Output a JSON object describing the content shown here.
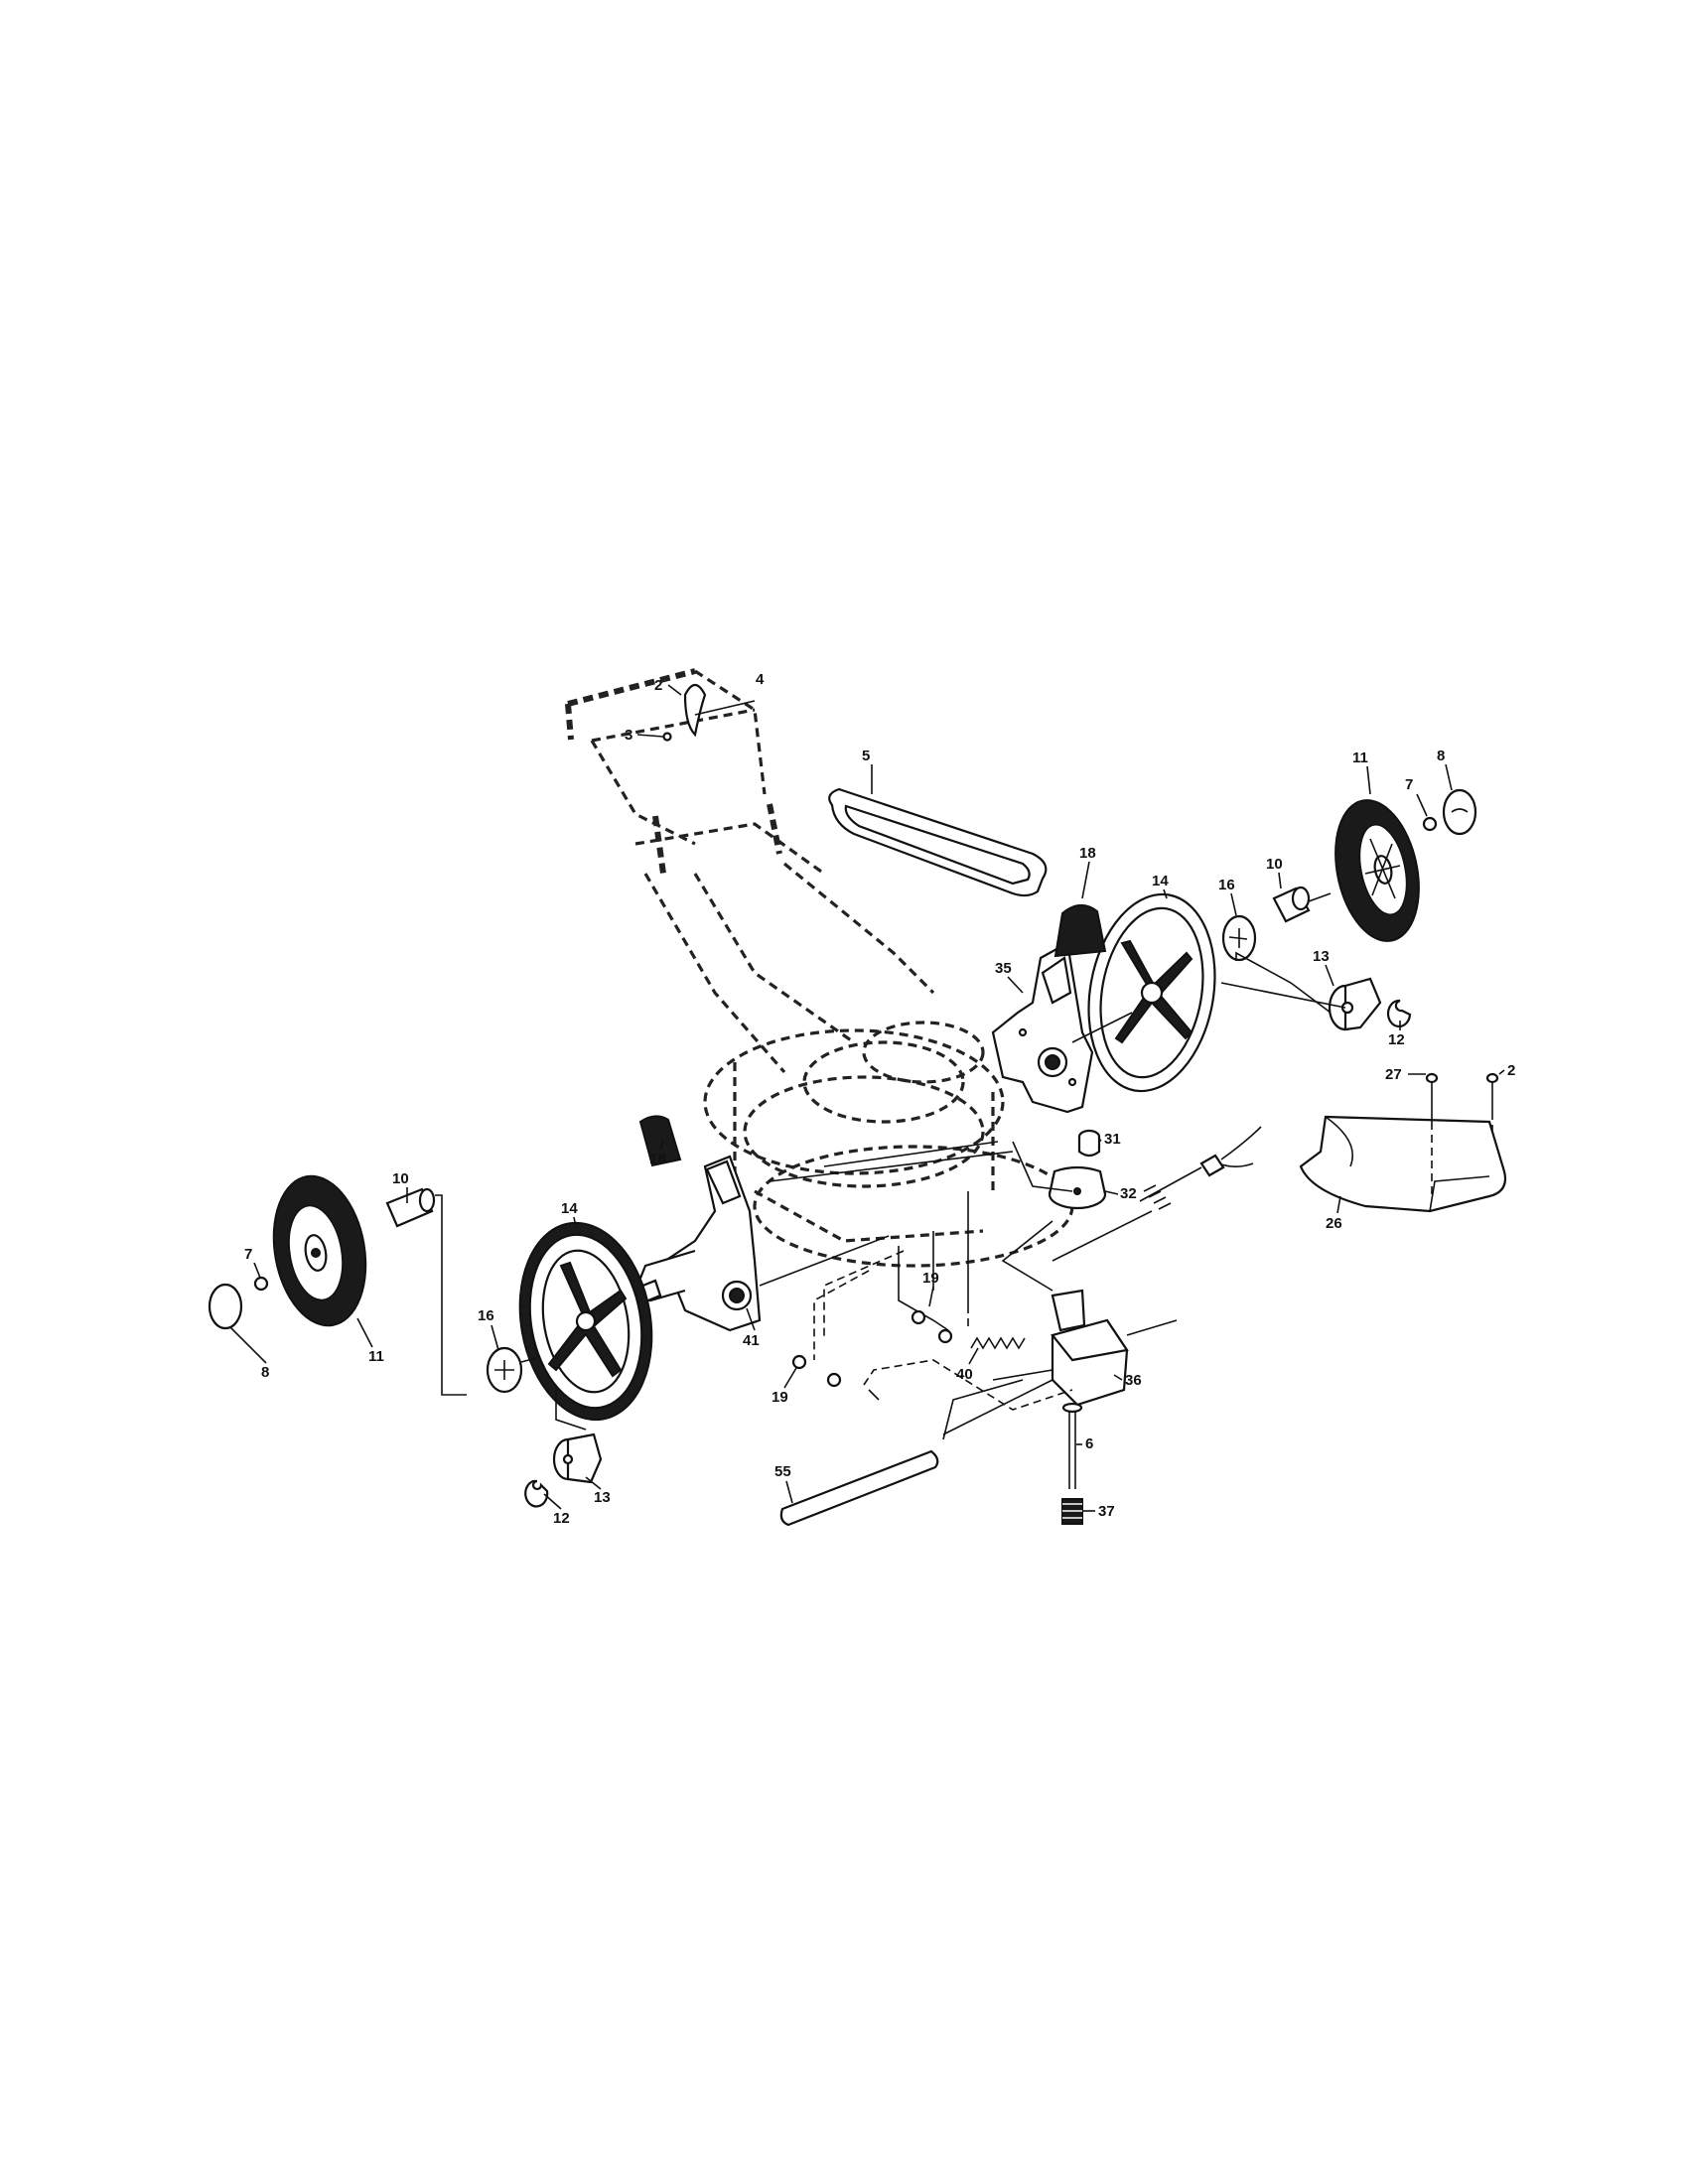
{
  "diagram": {
    "labels": [
      {
        "key": "lbl_2_top",
        "text": "2"
      },
      {
        "key": "lbl_4",
        "text": "4"
      },
      {
        "key": "lbl_3",
        "text": "3"
      },
      {
        "key": "lbl_5",
        "text": "5"
      },
      {
        "key": "lbl_11_right",
        "text": "11"
      },
      {
        "key": "lbl_8_right",
        "text": "8"
      },
      {
        "key": "lbl_7_right",
        "text": "7"
      },
      {
        "key": "lbl_18_upper",
        "text": "18"
      },
      {
        "key": "lbl_14_right",
        "text": "14"
      },
      {
        "key": "lbl_16_right",
        "text": "16"
      },
      {
        "key": "lbl_10_right",
        "text": "10"
      },
      {
        "key": "lbl_13_right",
        "text": "13"
      },
      {
        "key": "lbl_12_right",
        "text": "12"
      },
      {
        "key": "lbl_35",
        "text": "35"
      },
      {
        "key": "lbl_27",
        "text": "27"
      },
      {
        "key": "lbl_2_right",
        "text": "2"
      },
      {
        "key": "lbl_26",
        "text": "26"
      },
      {
        "key": "lbl_18_lower",
        "text": "18"
      },
      {
        "key": "lbl_31",
        "text": "31"
      },
      {
        "key": "lbl_32",
        "text": "32"
      },
      {
        "key": "lbl_10_left",
        "text": "10"
      },
      {
        "key": "lbl_14_left",
        "text": "14"
      },
      {
        "key": "lbl_7_left",
        "text": "7"
      },
      {
        "key": "lbl_11_left",
        "text": "11"
      },
      {
        "key": "lbl_8_left",
        "text": "8"
      },
      {
        "key": "lbl_16_left",
        "text": "16"
      },
      {
        "key": "lbl_41",
        "text": "41"
      },
      {
        "key": "lbl_19_upper",
        "text": "19"
      },
      {
        "key": "lbl_19_lower",
        "text": "19"
      },
      {
        "key": "lbl_40",
        "text": "40"
      },
      {
        "key": "lbl_36",
        "text": "36"
      },
      {
        "key": "lbl_6",
        "text": "6"
      },
      {
        "key": "lbl_55",
        "text": "55"
      },
      {
        "key": "lbl_37",
        "text": "37"
      },
      {
        "key": "lbl_12_left",
        "text": "12"
      },
      {
        "key": "lbl_13_left",
        "text": "13"
      }
    ]
  }
}
